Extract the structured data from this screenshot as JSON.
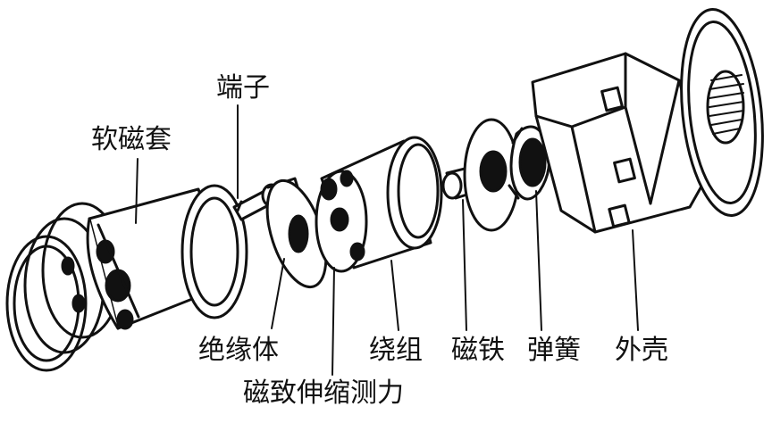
{
  "labels": {
    "terminal": "端子",
    "soft_magnetic_sleeve": "软磁套",
    "insulator": "绝缘体",
    "magnetostrictive_measuring_force": "磁致伸缩测力",
    "winding": "绕组",
    "magnet": "磁铁",
    "spring": "弹簧",
    "housing": "外壳"
  },
  "colors": {
    "ink": "#111111",
    "paper": "#ffffff"
  }
}
